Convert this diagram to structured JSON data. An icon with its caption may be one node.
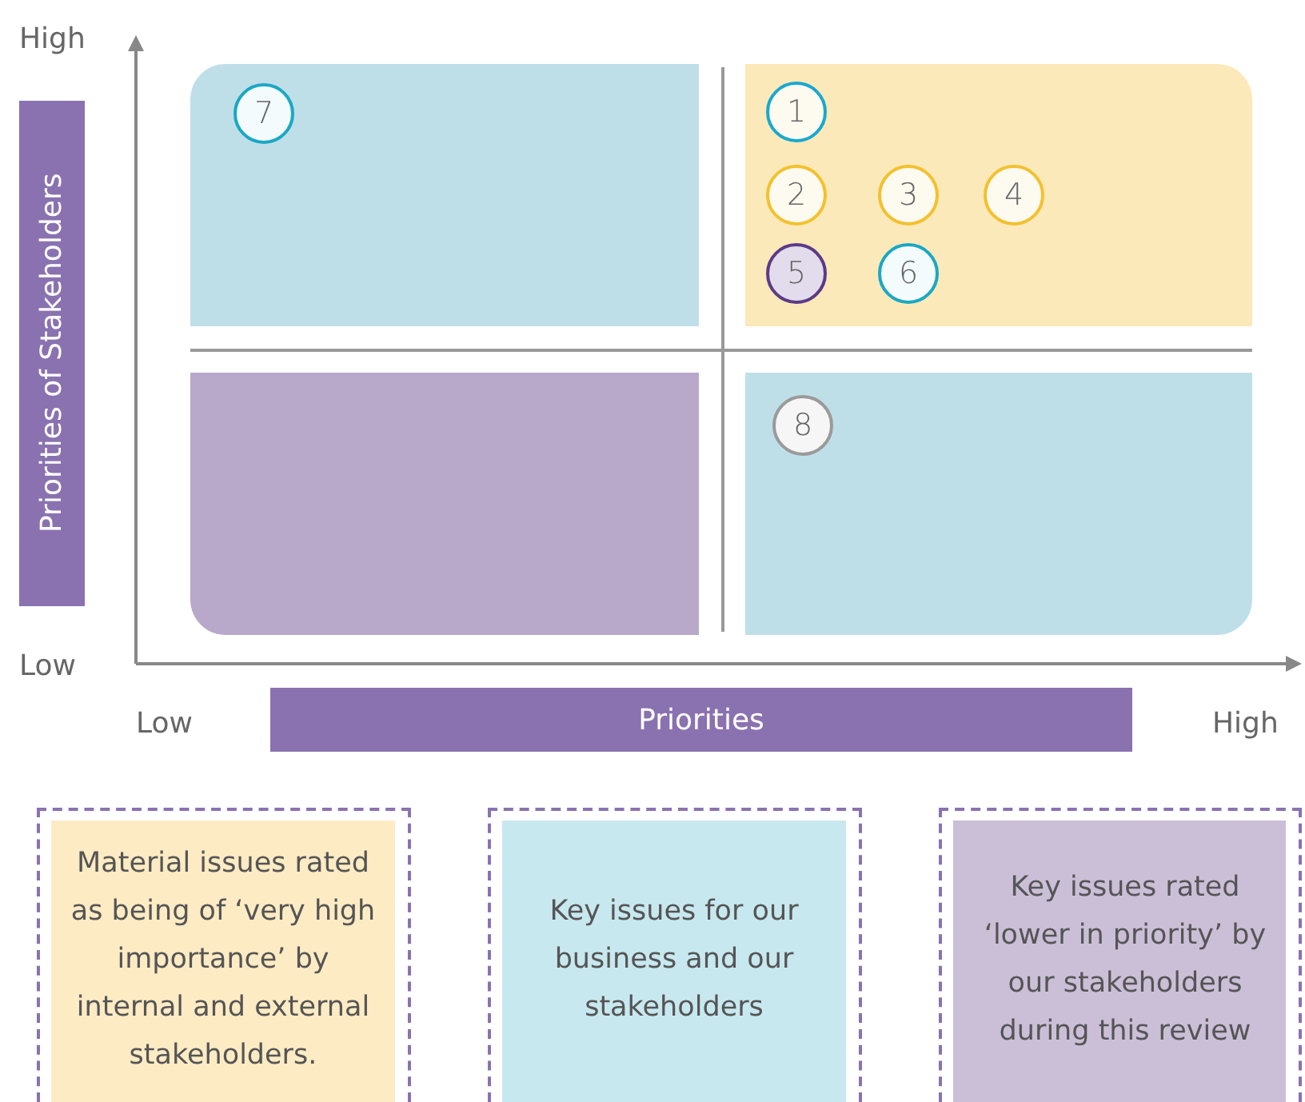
{
  "diagram": {
    "nodes": [
      {
        "text": [],
        "shape": "box"
      },
      {
        "text": [],
        "shape": "box"
      },
      {
        "text": [],
        "shape": "box"
      },
      {
        "text": [],
        "shape": "box"
      },
      {
        "text": [
          "7"
        ],
        "in": 0
      },
      {
        "text": [
          "1"
        ],
        "in": 1
      },
      {
        "text": [
          "2"
        ],
        "in": 1
      },
      {
        "text": [
          "3"
        ],
        "in": 1
      },
      {
        "text": [
          "4"
        ],
        "in": 1
      },
      {
        "text": [
          "5"
        ],
        "in": 1
      },
      {
        "text": [
          "6"
        ],
        "in": 1
      },
      {
        "text": [
          "8"
        ],
        "in": 3
      }
    ],
    "edges": [],
    "labels": [
      "High",
      "Priorities of Stakeholders",
      "Low",
      "Low",
      "Priorities",
      "High"
    ],
    "legend": [
      {
        "text": "Material issues rated as being of ‘very high importance’ by internal and external stakeholders.",
        "color": "#fdebc4"
      },
      {
        "text": "Key issues for our business and our stakeholders",
        "color": "#c8e8ef"
      },
      {
        "text": "Key issues rated ‘lower in priority’ by our stakeholders during this review",
        "color": "#cbbfd8"
      }
    ]
  }
}
